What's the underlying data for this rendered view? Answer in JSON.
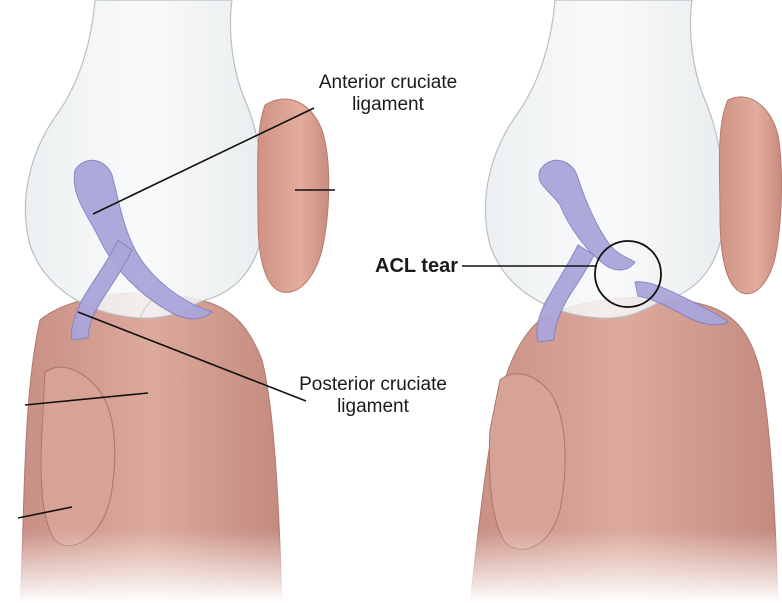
{
  "labels": {
    "acl": {
      "line1": "Anterior cruciate",
      "line2": "ligament"
    },
    "pcl": {
      "line1": "Posterior cruciate",
      "line2": "ligament"
    },
    "tear": "ACL tear"
  },
  "colors": {
    "femur_fill": "#f3f5f6",
    "femur_outline": "#b9bfc4",
    "skin_bone": "#d9a79a",
    "skin_bone_dark": "#b07a70",
    "patella": "#dca191",
    "ligament": "#a8a4d8",
    "ligament_dark": "#8580c4",
    "leader_line": "#111111"
  }
}
